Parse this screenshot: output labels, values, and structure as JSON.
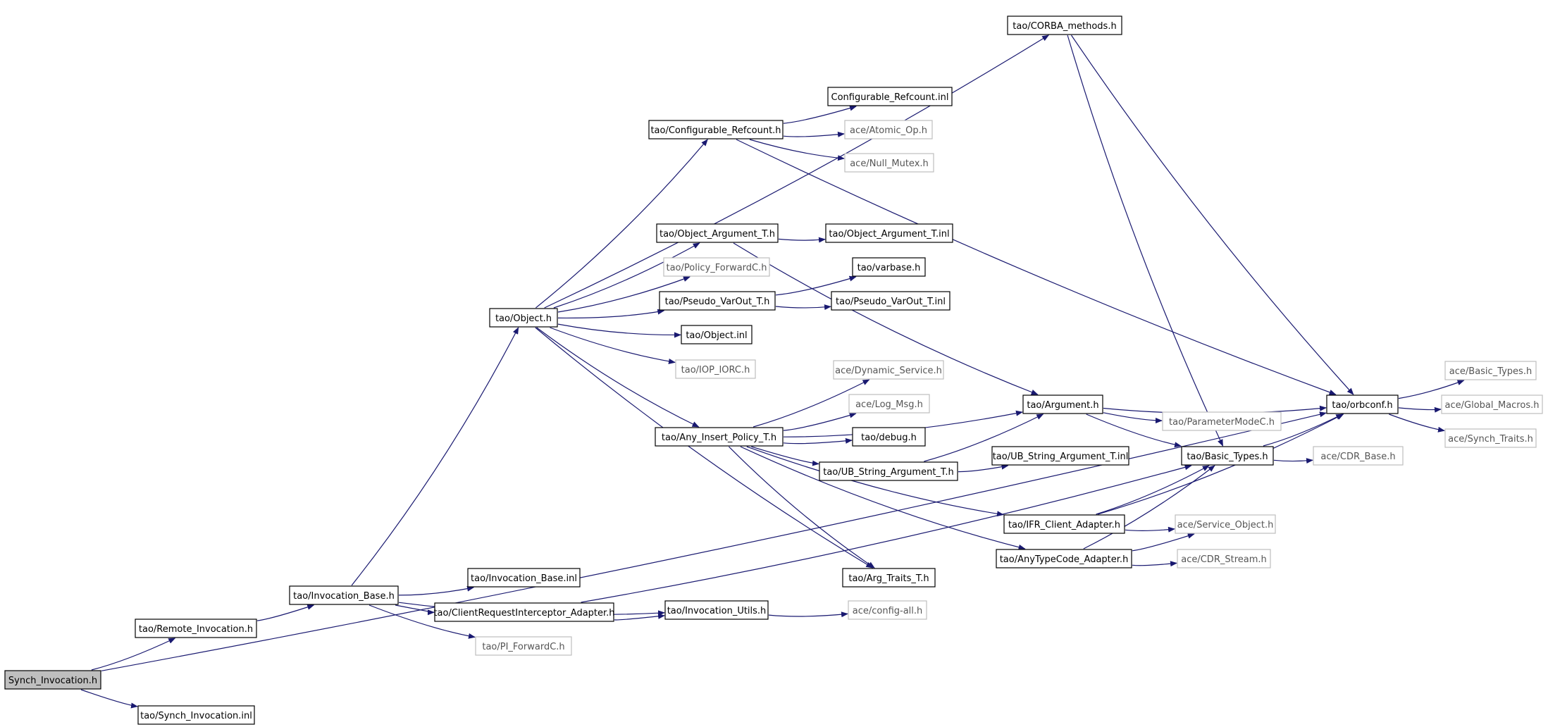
{
  "graph": {
    "nodes": [
      {
        "id": "synch_h",
        "label": "Synch_Invocation.h",
        "kind": "root"
      },
      {
        "id": "synch_inl",
        "label": "tao/Synch_Invocation.inl",
        "kind": "file"
      },
      {
        "id": "remote",
        "label": "tao/Remote_Invocation.h",
        "kind": "file"
      },
      {
        "id": "inv_base",
        "label": "tao/Invocation_Base.h",
        "kind": "file"
      },
      {
        "id": "inv_base_inl",
        "label": "tao/Invocation_Base.inl",
        "kind": "file"
      },
      {
        "id": "cri_adapter",
        "label": "tao/ClientRequestInterceptor_Adapter.h",
        "kind": "file"
      },
      {
        "id": "pi_fwd",
        "label": "tao/PI_ForwardC.h",
        "kind": "external"
      },
      {
        "id": "inv_utils",
        "label": "tao/Invocation_Utils.h",
        "kind": "file"
      },
      {
        "id": "config_all",
        "label": "ace/config-all.h",
        "kind": "external"
      },
      {
        "id": "object_h",
        "label": "tao/Object.h",
        "kind": "file"
      },
      {
        "id": "corba_methods",
        "label": "tao/CORBA_methods.h",
        "kind": "file"
      },
      {
        "id": "conf_ref",
        "label": "tao/Configurable_Refcount.h",
        "kind": "file"
      },
      {
        "id": "conf_ref_inl",
        "label": "Configurable_Refcount.inl",
        "kind": "file"
      },
      {
        "id": "atomic_op",
        "label": "ace/Atomic_Op.h",
        "kind": "external"
      },
      {
        "id": "null_mutex",
        "label": "ace/Null_Mutex.h",
        "kind": "external"
      },
      {
        "id": "obj_arg",
        "label": "tao/Object_Argument_T.h",
        "kind": "file"
      },
      {
        "id": "obj_arg_inl",
        "label": "tao/Object_Argument_T.inl",
        "kind": "file"
      },
      {
        "id": "policy_fwd",
        "label": "tao/Policy_ForwardC.h",
        "kind": "external"
      },
      {
        "id": "pseudo_var",
        "label": "tao/Pseudo_VarOut_T.h",
        "kind": "file"
      },
      {
        "id": "varbase",
        "label": "tao/varbase.h",
        "kind": "file"
      },
      {
        "id": "pseudo_var_inl",
        "label": "tao/Pseudo_VarOut_T.inl",
        "kind": "file"
      },
      {
        "id": "object_inl",
        "label": "tao/Object.inl",
        "kind": "file"
      },
      {
        "id": "iop_iorc",
        "label": "tao/IOP_IORC.h",
        "kind": "external"
      },
      {
        "id": "dyn_service",
        "label": "ace/Dynamic_Service.h",
        "kind": "external"
      },
      {
        "id": "log_msg",
        "label": "ace/Log_Msg.h",
        "kind": "external"
      },
      {
        "id": "any_insert",
        "label": "tao/Any_Insert_Policy_T.h",
        "kind": "file"
      },
      {
        "id": "debug_h",
        "label": "tao/debug.h",
        "kind": "file"
      },
      {
        "id": "ub_string",
        "label": "tao/UB_String_Argument_T.h",
        "kind": "file"
      },
      {
        "id": "ub_string_inl",
        "label": "tao/UB_String_Argument_T.inl",
        "kind": "file"
      },
      {
        "id": "argument_h",
        "label": "tao/Argument.h",
        "kind": "file"
      },
      {
        "id": "param_mode",
        "label": "tao/ParameterModeC.h",
        "kind": "external"
      },
      {
        "id": "basic_types",
        "label": "tao/Basic_Types.h",
        "kind": "file"
      },
      {
        "id": "cdr_base",
        "label": "ace/CDR_Base.h",
        "kind": "external"
      },
      {
        "id": "orbconf",
        "label": "tao/orbconf.h",
        "kind": "file"
      },
      {
        "id": "ace_basic_types",
        "label": "ace/Basic_Types.h",
        "kind": "external"
      },
      {
        "id": "global_macros",
        "label": "ace/Global_Macros.h",
        "kind": "external"
      },
      {
        "id": "synch_traits",
        "label": "ace/Synch_Traits.h",
        "kind": "external"
      },
      {
        "id": "ifr_client",
        "label": "tao/IFR_Client_Adapter.h",
        "kind": "file"
      },
      {
        "id": "service_object",
        "label": "ace/Service_Object.h",
        "kind": "external"
      },
      {
        "id": "anytc_adapter",
        "label": "tao/AnyTypeCode_Adapter.h",
        "kind": "file"
      },
      {
        "id": "cdr_stream",
        "label": "ace/CDR_Stream.h",
        "kind": "external"
      },
      {
        "id": "arg_traits",
        "label": "tao/Arg_Traits_T.h",
        "kind": "file"
      }
    ],
    "edges": [
      [
        "synch_h",
        "remote"
      ],
      [
        "synch_h",
        "synch_inl"
      ],
      [
        "synch_h",
        "orbconf"
      ],
      [
        "remote",
        "inv_base"
      ],
      [
        "inv_base",
        "object_h"
      ],
      [
        "inv_base",
        "inv_base_inl"
      ],
      [
        "inv_base",
        "cri_adapter"
      ],
      [
        "inv_base",
        "pi_fwd"
      ],
      [
        "inv_base",
        "inv_utils"
      ],
      [
        "cri_adapter",
        "inv_utils"
      ],
      [
        "cri_adapter",
        "basic_types"
      ],
      [
        "inv_utils",
        "config_all"
      ],
      [
        "object_h",
        "corba_methods"
      ],
      [
        "object_h",
        "conf_ref"
      ],
      [
        "object_h",
        "obj_arg"
      ],
      [
        "object_h",
        "policy_fwd"
      ],
      [
        "object_h",
        "pseudo_var"
      ],
      [
        "object_h",
        "object_inl"
      ],
      [
        "object_h",
        "iop_iorc"
      ],
      [
        "object_h",
        "any_insert"
      ],
      [
        "object_h",
        "arg_traits"
      ],
      [
        "corba_methods",
        "orbconf"
      ],
      [
        "corba_methods",
        "basic_types"
      ],
      [
        "conf_ref",
        "conf_ref_inl"
      ],
      [
        "conf_ref",
        "atomic_op"
      ],
      [
        "conf_ref",
        "null_mutex"
      ],
      [
        "conf_ref",
        "orbconf"
      ],
      [
        "obj_arg",
        "obj_arg_inl"
      ],
      [
        "obj_arg",
        "argument_h"
      ],
      [
        "pseudo_var",
        "varbase"
      ],
      [
        "pseudo_var",
        "pseudo_var_inl"
      ],
      [
        "any_insert",
        "dyn_service"
      ],
      [
        "any_insert",
        "log_msg"
      ],
      [
        "any_insert",
        "debug_h"
      ],
      [
        "any_insert",
        "ub_string"
      ],
      [
        "any_insert",
        "argument_h"
      ],
      [
        "any_insert",
        "ifr_client"
      ],
      [
        "any_insert",
        "anytc_adapter"
      ],
      [
        "any_insert",
        "arg_traits"
      ],
      [
        "ub_string",
        "ub_string_inl"
      ],
      [
        "ub_string",
        "argument_h"
      ],
      [
        "argument_h",
        "orbconf"
      ],
      [
        "argument_h",
        "param_mode"
      ],
      [
        "argument_h",
        "basic_types"
      ],
      [
        "basic_types",
        "orbconf"
      ],
      [
        "basic_types",
        "cdr_base"
      ],
      [
        "orbconf",
        "ace_basic_types"
      ],
      [
        "orbconf",
        "global_macros"
      ],
      [
        "orbconf",
        "synch_traits"
      ],
      [
        "ifr_client",
        "service_object"
      ],
      [
        "ifr_client",
        "basic_types"
      ],
      [
        "ifr_client",
        "orbconf"
      ],
      [
        "anytc_adapter",
        "cdr_stream"
      ],
      [
        "anytc_adapter",
        "basic_types"
      ],
      [
        "anytc_adapter",
        "service_object"
      ]
    ]
  },
  "colors": {
    "edge": "#191970",
    "node_border_file": "#000000",
    "node_border_external": "#bfbfbf",
    "root_fill": "#bfbfbf",
    "node_fill": "#ffffff"
  }
}
